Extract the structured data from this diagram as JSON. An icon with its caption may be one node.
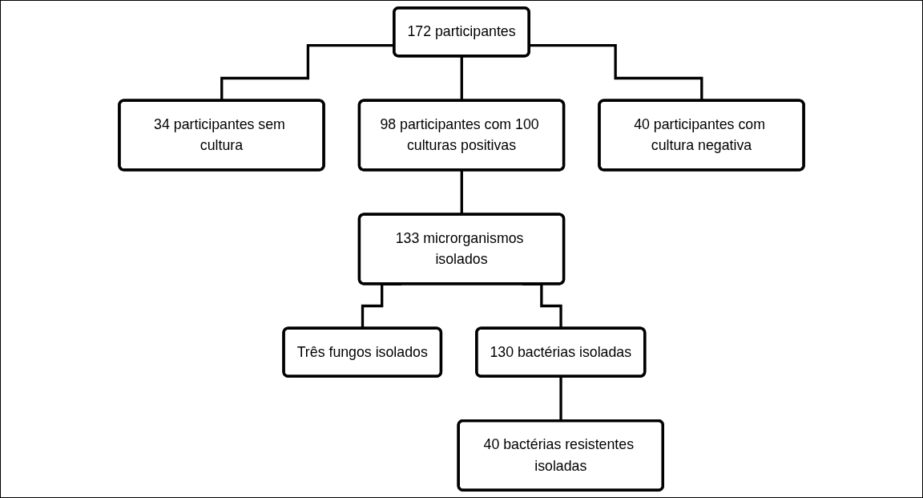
{
  "diagram": {
    "nodes": [
      {
        "text": [
          "172 participantes"
        ]
      },
      {
        "text": [
          "34 participantes sem cultura"
        ]
      },
      {
        "text": [
          "98 participantes com 100 culturas positivas"
        ]
      },
      {
        "text": [
          "40 participantes com cultura negativa"
        ]
      },
      {
        "text": [
          "133 microrganismos isolados"
        ]
      },
      {
        "text": [
          "Três fungos isolados"
        ]
      },
      {
        "text": [
          "130 bactérias isoladas"
        ]
      },
      {
        "text": [
          "40 bactérias resistentes isoladas"
        ]
      }
    ],
    "edges": [
      {
        "from": 0,
        "to": 1,
        "arrow": "none"
      },
      {
        "from": 0,
        "to": 2,
        "arrow": "none"
      },
      {
        "from": 0,
        "to": 3,
        "arrow": "none"
      },
      {
        "from": 2,
        "to": 4,
        "arrow": "none"
      },
      {
        "from": 4,
        "to": 5,
        "arrow": "none"
      },
      {
        "from": 4,
        "to": 6,
        "arrow": "none"
      },
      {
        "from": 6,
        "to": 7,
        "arrow": "none"
      }
    ]
  }
}
